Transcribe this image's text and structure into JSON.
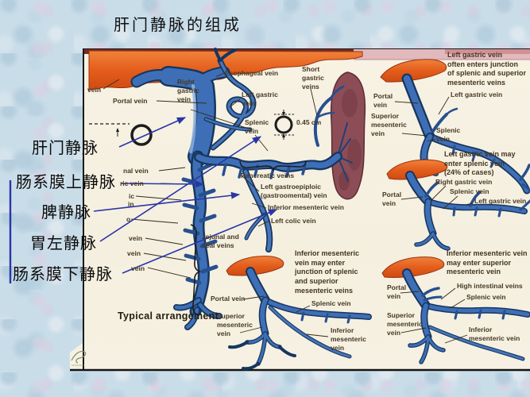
{
  "slide": {
    "title": "肝门静脉的组成"
  },
  "chinese_labels": {
    "portal": "肝门静脉",
    "superior_mesenteric": "肠系膜上静脉",
    "splenic": "脾静脉",
    "left_gastric": "胃左静脉",
    "inferior_mesenteric": "肠系膜下静脉"
  },
  "main_diagram": {
    "caption": "Typical arrangement",
    "measurement": "0.45 cm",
    "labels": {
      "portal_vein": "Portal vein",
      "right_gastric": "Right\ngastric\nvein",
      "esophageal": "Esophageal vein",
      "left_gastric": "Left gastric\nvein",
      "short_gastric": "Short\ngastric\nveins",
      "splenic": "Splenic\nvein",
      "pancreatic": "Pancreatic veins",
      "left_gastroepiploic": "Left gastroepiploic\n(gastroomental) vein",
      "inferior_mesenteric": "Inferior mesenteric vein",
      "left_colic": "Left colic vein",
      "jejunal_ileal": "Jejunal and\nileal veins"
    },
    "cropped_fragments": {
      "f1": "vein",
      "f2": "nal vein",
      "f3": "ric vein",
      "f4": "ic",
      "f5": "in",
      "f6": "o",
      "f7": "vein",
      "f8": "vein",
      "f9": "vein"
    }
  },
  "variants": {
    "top_right": {
      "note": "Left gastric vein\noften enters junction\nof splenic and superior\nmesenteric veins",
      "labels": {
        "portal": "Portal\nvein",
        "left_gastric": "Left gastric vein",
        "superior_mesenteric": "Superior\nmesenteric\nvein",
        "splenic": "Splenic\nvein"
      }
    },
    "middle_right": {
      "note": "Left gastric vein may\nenter splenic vein\n(24% of cases)",
      "labels": {
        "right_gastric": "Right gastric vein",
        "splenic": "Splenic vein",
        "portal": "Portal\nvein",
        "left_gastric": "Left gastric vein"
      }
    },
    "bottom_right": {
      "note": "Inferior mesenteric vein\nmay enter superior\nmesenteric vein",
      "labels": {
        "portal": "Portal\nvein",
        "high_intestinal": "High intestinal veins",
        "splenic": "Splenic vein",
        "superior_mesenteric": "Superior\nmesenteric\nvein",
        "inferior_mesenteric": "Inferior\nmesenteric vein"
      }
    },
    "bottom_middle": {
      "note": "Inferior mesenteric\nvein may enter\njunction of splenic\nand superior\nmesenteric veins",
      "labels": {
        "portal": "Portal vein",
        "splenic": "Splenic vein",
        "superior_mesenteric": "Superior\nmesenteric\nvein",
        "inferior_mesenteric": "Inferior\nmesenteric\nvein"
      }
    }
  },
  "colors": {
    "background": "#c9dde9",
    "panel": "#f6f1e2",
    "vein_fill": "#3e6fb6",
    "vein_outline": "#16365f",
    "liver_orange": "#e8601f",
    "spleen_red": "#8d4d57",
    "chinese_leader_blue": "#2836a8",
    "label_text": "#463823"
  }
}
